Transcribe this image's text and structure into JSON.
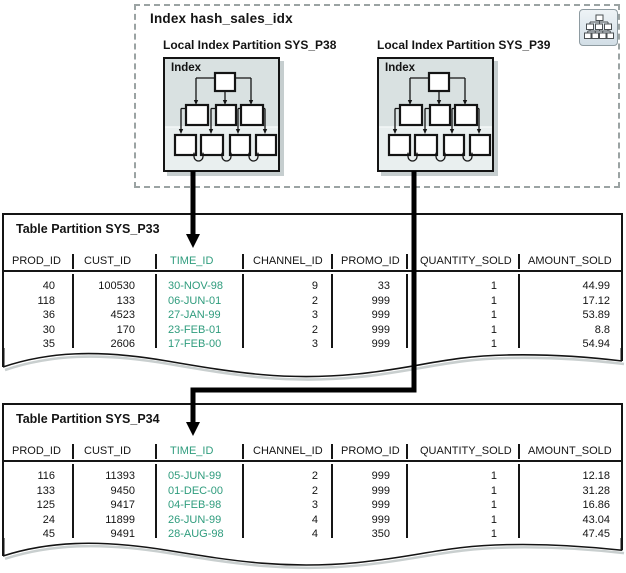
{
  "diagram": {
    "index_box": {
      "title": "Index hash_sales_idx",
      "icon": "index-hierarchy-icon",
      "partitions": [
        {
          "label": "Local Index Partition SYS_P38",
          "inner_label": "Index"
        },
        {
          "label": "Local Index Partition SYS_P39",
          "inner_label": "Index"
        }
      ]
    },
    "tables": [
      {
        "title": "Table Partition SYS_P33",
        "columns": [
          "PROD_ID",
          "CUST_ID",
          "TIME_ID",
          "CHANNEL_ID",
          "PROMO_ID",
          "QUANTITY_SOLD",
          "AMOUNT_SOLD"
        ],
        "rows": [
          [
            "40",
            "100530",
            "30-NOV-98",
            "9",
            "33",
            "1",
            "44.99"
          ],
          [
            "118",
            "133",
            "06-JUN-01",
            "2",
            "999",
            "1",
            "17.12"
          ],
          [
            "36",
            "4523",
            "27-JAN-99",
            "3",
            "999",
            "1",
            "53.89"
          ],
          [
            "30",
            "170",
            "23-FEB-01",
            "2",
            "999",
            "1",
            "8.8"
          ],
          [
            "35",
            "2606",
            "17-FEB-00",
            "3",
            "999",
            "1",
            "54.94"
          ]
        ]
      },
      {
        "title": "Table Partition SYS_P34",
        "columns": [
          "PROD_ID",
          "CUST_ID",
          "TIME_ID",
          "CHANNEL_ID",
          "PROMO_ID",
          "QUANTITY_SOLD",
          "AMOUNT_SOLD"
        ],
        "rows": [
          [
            "116",
            "11393",
            "05-JUN-99",
            "2",
            "999",
            "1",
            "12.18"
          ],
          [
            "133",
            "9450",
            "01-DEC-00",
            "2",
            "999",
            "1",
            "31.28"
          ],
          [
            "125",
            "9417",
            "04-FEB-98",
            "3",
            "999",
            "1",
            "16.86"
          ],
          [
            "24",
            "11899",
            "26-JUN-99",
            "4",
            "999",
            "1",
            "43.04"
          ],
          [
            "45",
            "9491",
            "28-AUG-98",
            "4",
            "350",
            "1",
            "47.45"
          ]
        ]
      }
    ],
    "colors": {
      "time_id_green": "#2f9c7d",
      "panel_bg": "#d9e1e1",
      "panel_band": "#e9efef",
      "arrow_black": "#000000"
    }
  }
}
